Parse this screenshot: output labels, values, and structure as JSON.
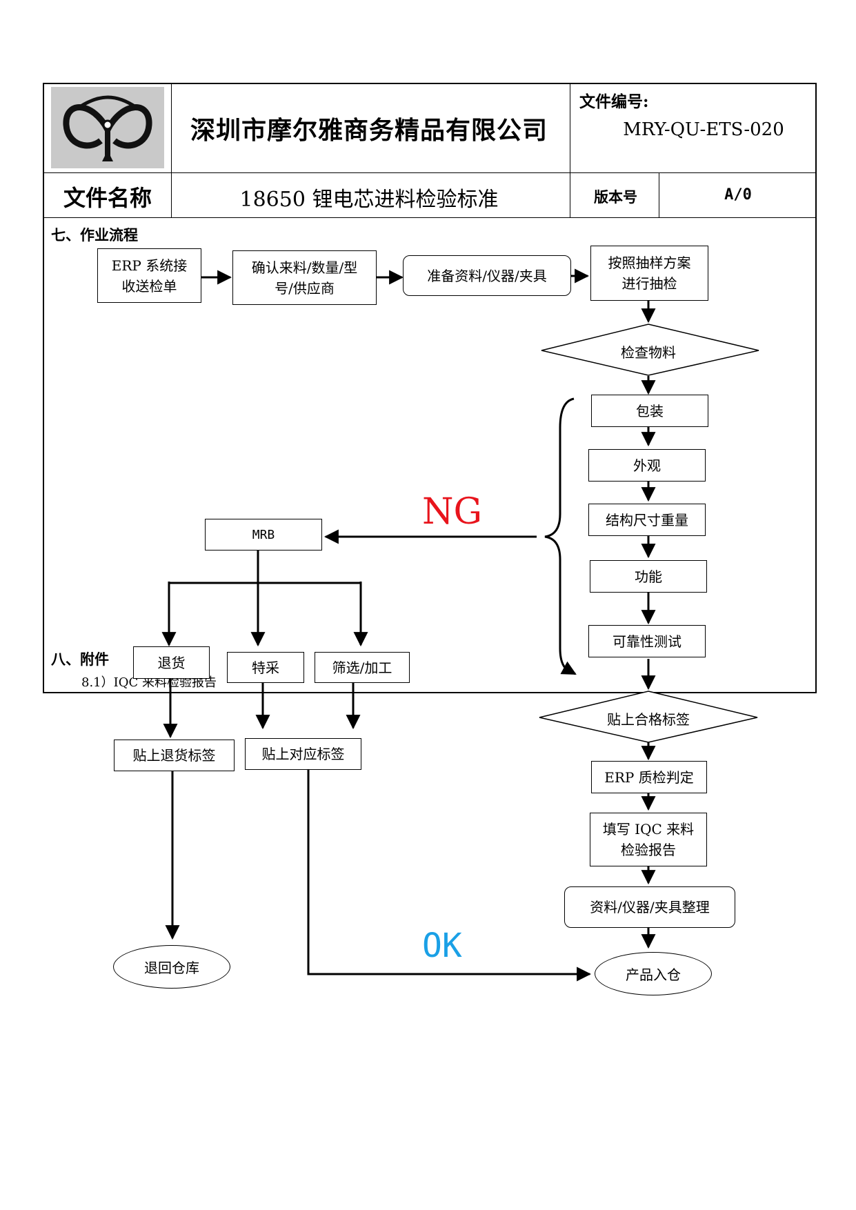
{
  "header": {
    "company_name": "深圳市摩尔雅商务精品有限公司",
    "doc_number_label": "文件编号:",
    "doc_number": "MRY-QU-ETS-020",
    "file_name_label": "文件名称",
    "file_name": "18650 锂电芯进料检验标准",
    "version_label": "版本号",
    "version": "A/0"
  },
  "sections": {
    "workflow_title": "七、作业流程",
    "attachment_title": "八、附件",
    "attachment_item": "8.1）IQC 来料检验报告"
  },
  "flow": {
    "erp_receive": "ERP 系统接收送检单",
    "confirm_material": "确认来料/数量/型号/供应商",
    "prepare_tools": "准备资料/仪器/夹具",
    "sampling": "按照抽样方案进行抽检",
    "inspect_material": "检查物料",
    "packaging": "包装",
    "appearance": "外观",
    "structure": "结构尺寸重量",
    "function": "功能",
    "reliability": "可靠性测试",
    "pass_label": "贴上合格标签",
    "erp_judge": "ERP 质检判定",
    "fill_report": "填写 IQC 来料检验报告",
    "organize": "资料/仪器/夹具整理",
    "warehouse_in": "产品入仓",
    "mrb": "MRB",
    "return_goods": "退货",
    "special_purchase": "特采",
    "screen_process": "筛选/加工",
    "return_label": "贴上退货标签",
    "corresponding_label": "贴上对应标签",
    "return_warehouse": "退回仓库",
    "ng": "NG",
    "ok": "OK"
  }
}
